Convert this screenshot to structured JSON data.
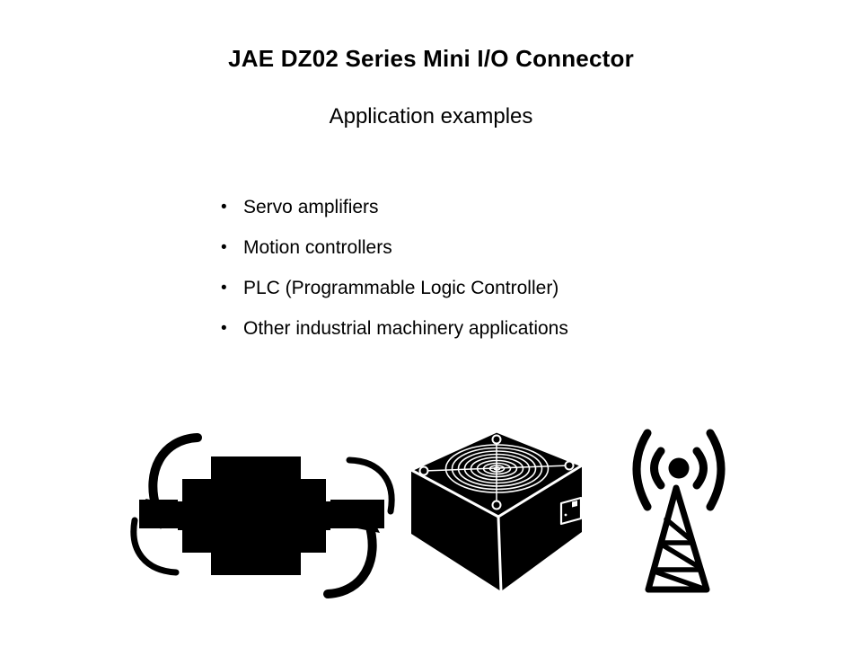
{
  "slide": {
    "title": "JAE DZ02 Series Mini I/O Connector",
    "subtitle": "Application examples",
    "bullet_char": "•",
    "bullets": [
      {
        "label": "Servo amplifiers"
      },
      {
        "label": "Motion controllers"
      },
      {
        "label": "PLC (Programmable Logic Controller)"
      },
      {
        "label": "Other industrial machinery applications"
      }
    ],
    "icons": [
      {
        "name": "servo-motor-icon",
        "description": "Servo motor with rotation arrows"
      },
      {
        "name": "power-supply-icon",
        "description": "Power supply unit with cooling fan"
      },
      {
        "name": "radio-tower-icon",
        "description": "Radio transmission tower with signal waves"
      }
    ],
    "colors": {
      "foreground": "#000000",
      "background": "#ffffff"
    }
  }
}
